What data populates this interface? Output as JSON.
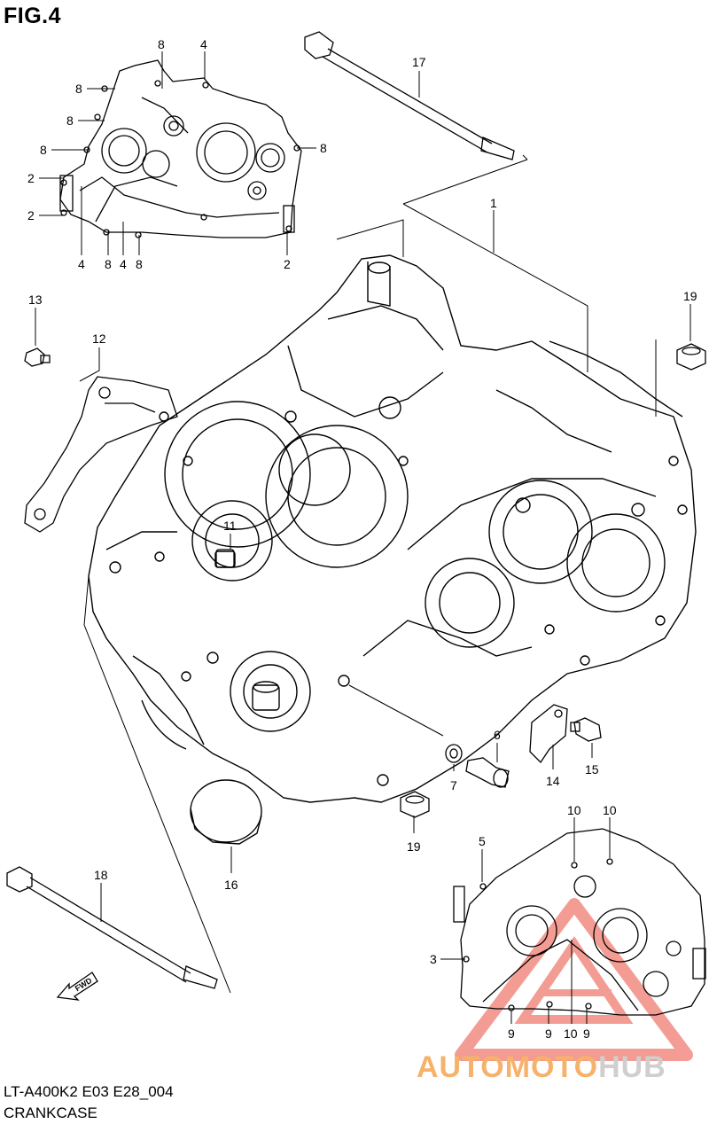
{
  "figure_title": "FIG.4",
  "caption": {
    "model_code": "LT-A400K2 E03 E28_004",
    "name": "CRANKCASE"
  },
  "callouts": [
    {
      "id": "c8a",
      "label": "8"
    },
    {
      "id": "c4a",
      "label": "4"
    },
    {
      "id": "c8b",
      "label": "8"
    },
    {
      "id": "c8c",
      "label": "8"
    },
    {
      "id": "c8d",
      "label": "8"
    },
    {
      "id": "c8e",
      "label": "8"
    },
    {
      "id": "c2a",
      "label": "2"
    },
    {
      "id": "c2b",
      "label": "2"
    },
    {
      "id": "c4b",
      "label": "4"
    },
    {
      "id": "c8f",
      "label": "8"
    },
    {
      "id": "c4c",
      "label": "4"
    },
    {
      "id": "c8g",
      "label": "8"
    },
    {
      "id": "c2c",
      "label": "2"
    },
    {
      "id": "c17",
      "label": "17"
    },
    {
      "id": "c1",
      "label": "1"
    },
    {
      "id": "c13",
      "label": "13"
    },
    {
      "id": "c12",
      "label": "12"
    },
    {
      "id": "c19a",
      "label": "19"
    },
    {
      "id": "c11",
      "label": "11"
    },
    {
      "id": "c6",
      "label": "6"
    },
    {
      "id": "c7",
      "label": "7"
    },
    {
      "id": "c14",
      "label": "14"
    },
    {
      "id": "c15",
      "label": "15"
    },
    {
      "id": "c19b",
      "label": "19"
    },
    {
      "id": "c16",
      "label": "16"
    },
    {
      "id": "c18",
      "label": "18"
    },
    {
      "id": "c10a",
      "label": "10"
    },
    {
      "id": "c10b",
      "label": "10"
    },
    {
      "id": "c5",
      "label": "5"
    },
    {
      "id": "c3",
      "label": "3"
    },
    {
      "id": "c9a",
      "label": "9"
    },
    {
      "id": "c9b",
      "label": "9"
    },
    {
      "id": "c10c",
      "label": "10"
    },
    {
      "id": "c9c",
      "label": "9"
    }
  ],
  "fwd_label": "FWD",
  "watermark": {
    "part1": "AUTOMOTO",
    "part2": "HUB",
    "color1": "#f6b26b",
    "color2": "#cfcfcf",
    "triangle_color": "#f28b82"
  },
  "colors": {
    "line": "#000000",
    "background": "#ffffff"
  }
}
